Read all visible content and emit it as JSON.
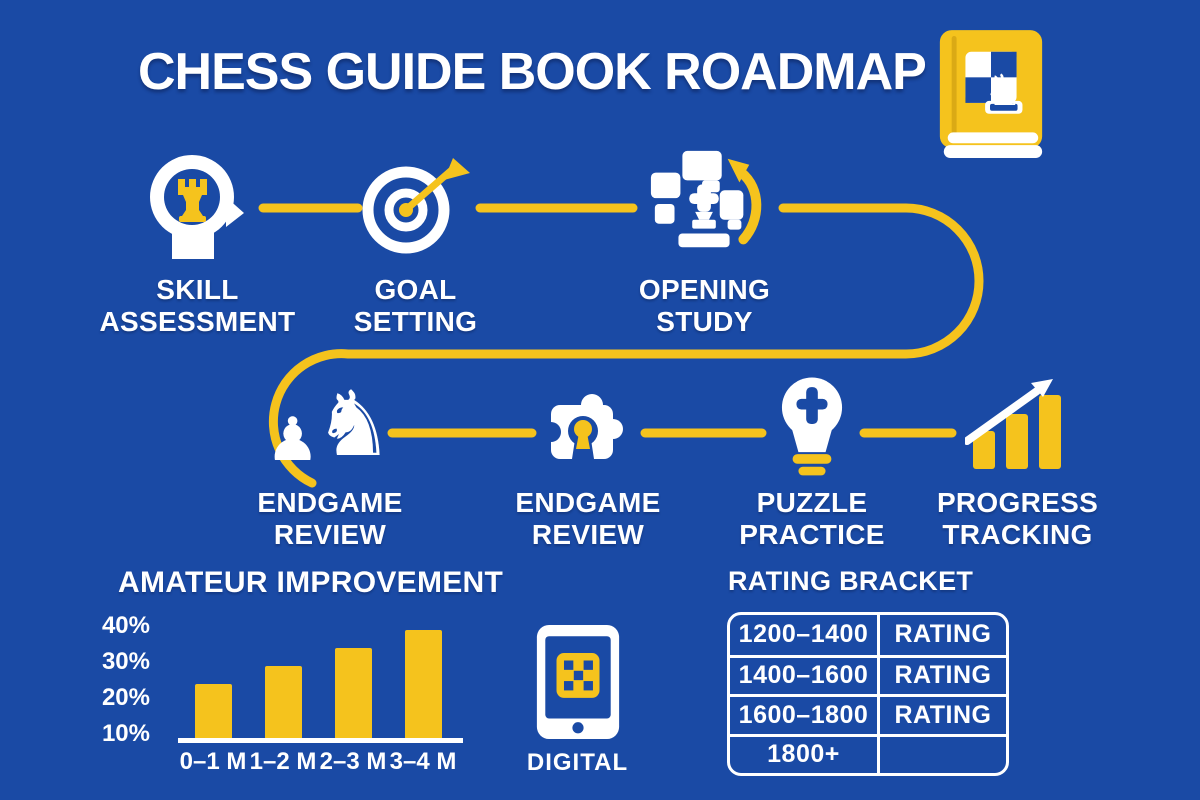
{
  "title": "CHESS GUIDE BOOK ROADMAP",
  "colors": {
    "background": "#1a4aa5",
    "accent_yellow": "#F5C31D",
    "white": "#ffffff"
  },
  "book_icon": "chess-guide-book-icon",
  "roadmap": {
    "steps": [
      {
        "id": "skill-assessment",
        "icon": "head-rook-icon",
        "label_line1": "SKILL",
        "label_line2": "ASSESSMENT"
      },
      {
        "id": "goal-setting",
        "icon": "target-dart-icon",
        "label_line1": "GOAL",
        "label_line2": "SETTING"
      },
      {
        "id": "opening-study",
        "icon": "blocks-refresh-icon",
        "label_line1": "OPENING",
        "label_line2": "STUDY"
      },
      {
        "id": "endgame-review-1",
        "icon": "pawn-knight-icon",
        "label_line1": "ENDGAME",
        "label_line2": "REVIEW"
      },
      {
        "id": "endgame-review-2",
        "icon": "puzzle-keyhole-icon",
        "label_line1": "ENDGAME",
        "label_line2": "REVIEW"
      },
      {
        "id": "puzzle-practice",
        "icon": "lightbulb-icon",
        "label_line1": "PUZZLE",
        "label_line2": "PRACTICE"
      },
      {
        "id": "progress-tracking",
        "icon": "growth-bars-arrow-icon",
        "label_line1": "PROGRESS",
        "label_line2": "TRACKING"
      }
    ]
  },
  "chart_data": {
    "type": "bar",
    "title": "AMATEUR IMPROVEMENT",
    "categories": [
      "0–1 M",
      "1–2 M",
      "2–3 M",
      "3–4 M"
    ],
    "values": [
      25,
      30,
      35,
      40
    ],
    "yticks": [
      "40%",
      "30%",
      "20%",
      "10%"
    ],
    "xlabel": "",
    "ylabel": "",
    "ylim": [
      10,
      45
    ],
    "grid": false,
    "legend": "none",
    "bar_color": "#F5C31D"
  },
  "digital": {
    "label": "DIGITAL",
    "icon": "tablet-qr-icon"
  },
  "rating_table": {
    "title": "RATING BRACKET",
    "rows": [
      {
        "range": "1200–1400",
        "label": "RATING"
      },
      {
        "range": "1400–1600",
        "label": "RATING"
      },
      {
        "range": "1600–1800",
        "label": "RATING"
      },
      {
        "range": "1800+",
        "label": ""
      }
    ]
  }
}
